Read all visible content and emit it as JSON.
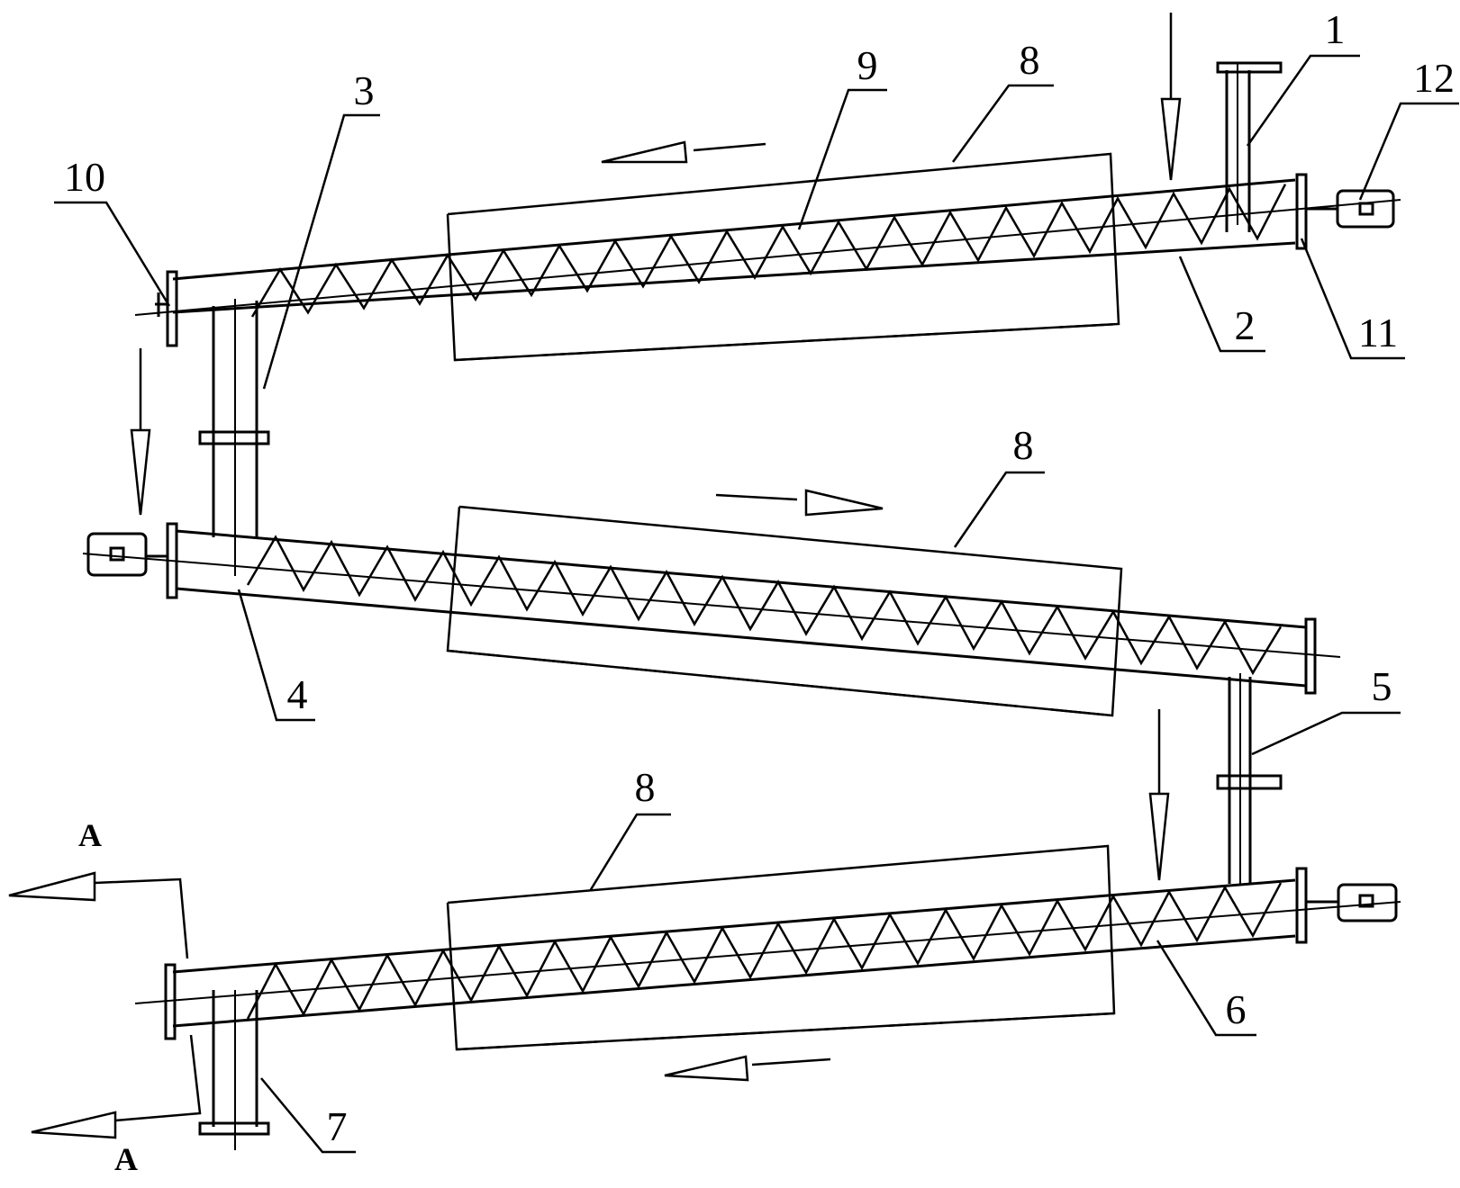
{
  "labels": {
    "l1": "1",
    "l2": "2",
    "l3": "3",
    "l4": "4",
    "l5": "5",
    "l6": "6",
    "l7": "7",
    "l8_top": "8",
    "l8_mid": "8",
    "l8_bot": "8",
    "l9": "9",
    "l10": "10",
    "l11": "11",
    "l12": "12",
    "section_a_top": "A",
    "section_a_bottom": "A"
  },
  "colors": {
    "line": "#000000",
    "background": "#ffffff"
  }
}
